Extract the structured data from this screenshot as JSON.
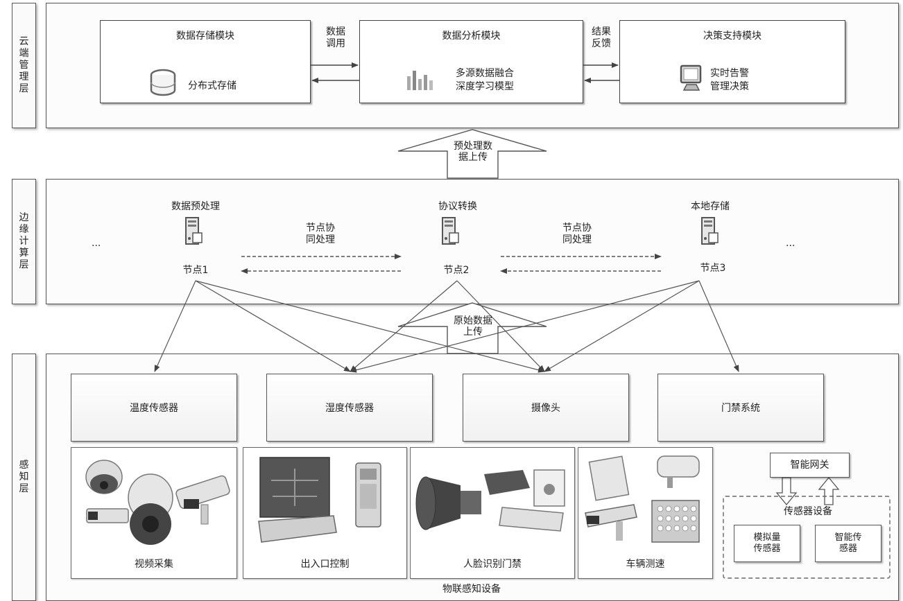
{
  "layers": {
    "cloud": "云端管理层",
    "edge": "边缘计算层",
    "perception": "感知层"
  },
  "cloud": {
    "storage": {
      "title": "数据存储模块",
      "item": "分布式存储"
    },
    "analysis": {
      "title": "数据分析模块",
      "item_line1": "多源数据融合",
      "item_line2": "深度学习模型"
    },
    "decision": {
      "title": "决策支持模块",
      "item_line1": "实时告警",
      "item_line2": "管理决策"
    },
    "link1_line1": "数据",
    "link1_line2": "调用",
    "link2_line1": "结果",
    "link2_line2": "反馈"
  },
  "upload_preprocessed": {
    "line1": "预处理数",
    "line2": "据上传"
  },
  "edge": {
    "node1": {
      "role": "数据预处理",
      "label": "节点1"
    },
    "node2": {
      "role": "协议转换",
      "label": "节点2"
    },
    "node3": {
      "role": "本地存储",
      "label": "节点3"
    },
    "coop1_line1": "节点协",
    "coop1_line2": "同处理",
    "coop2_line1": "节点协",
    "coop2_line2": "同处理",
    "ellipsis_left": "...",
    "ellipsis_right": "..."
  },
  "upload_raw": {
    "line1": "原始数据",
    "line2": "上传"
  },
  "perception": {
    "devices": [
      "温度传感器",
      "湿度传感器",
      "摄像头",
      "门禁系统"
    ],
    "groups": [
      "视频采集",
      "出入口控制",
      "人脸识别门禁",
      "车辆测速"
    ],
    "gateway": "智能网关",
    "sensor_devices": "传感器设备",
    "analog_sensor_line1": "模拟量",
    "analog_sensor_line2": "传感器",
    "smart_sensor_line1": "智能传",
    "smart_sensor_line2": "感器",
    "footer": "物联感知设备"
  }
}
